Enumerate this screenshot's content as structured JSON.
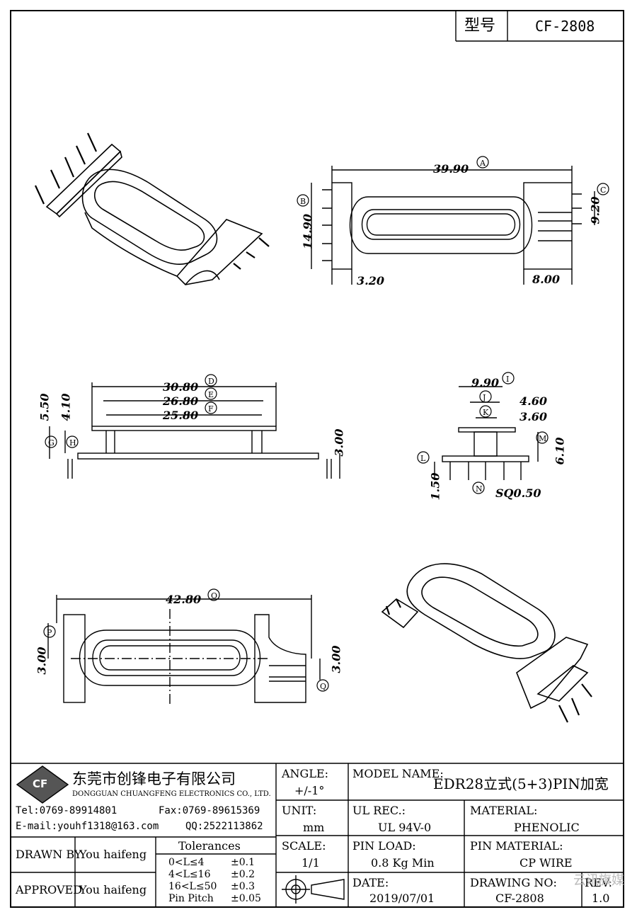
{
  "header": {
    "type_label": "型号",
    "part_no": "CF-2808"
  },
  "dimensions": {
    "top_width": "39.90",
    "left_height": "14.90",
    "right_height": "9.20",
    "left_offset": "3.20",
    "right_offset": "8.00",
    "side_d": "30.80",
    "side_e": "26.80",
    "side_f": "25.80",
    "side_g": "5.50",
    "side_h": "4.10",
    "side_pin": "3.00",
    "end_i": "9.90",
    "end_j": "4.60",
    "end_k": "3.60",
    "end_m": "6.10",
    "end_l": "1.50",
    "end_sq": "SQ0.50",
    "bottom_o": "42.80",
    "bottom_p": "3.00",
    "bottom_q": "3.00"
  },
  "callouts": [
    "A",
    "B",
    "C",
    "D",
    "E",
    "F",
    "G",
    "H",
    "I",
    "J",
    "K",
    "L",
    "M",
    "N",
    "O",
    "P",
    "Q"
  ],
  "company": {
    "logo": "CF",
    "name_cn": "东莞市创锋电子有限公司",
    "name_en": "DONGGUAN CHUANGFENG ELECTRONICS CO., LTD.",
    "tel": "Tel:0769-89914801",
    "fax": "Fax:0769-89615369",
    "email": "E-mail:youhf1318@163.com",
    "qq": "QQ:2522113862"
  },
  "title_block": {
    "angle_label": "ANGLE:",
    "angle_value": "+/-1°",
    "model_label": "MODEL NAME:",
    "model_value": "EDR28立式(5+3)PIN加宽",
    "unit_label": "UNIT:",
    "unit_value": "mm",
    "ul_label": "UL REC.:",
    "ul_value": "UL 94V-0",
    "material_label": "MATERIAL:",
    "material_value": "PHENOLIC",
    "scale_label": "SCALE:",
    "scale_value": "1/1",
    "pinload_label": "PIN LOAD:",
    "pinload_value": "0.8 Kg Min",
    "pinmat_label": "PIN MATERIAL:",
    "pinmat_value": "CP WIRE",
    "date_label": "DATE:",
    "date_value": "2019/07/01",
    "drawno_label": "DRAWING NO:",
    "drawno_value": "CF-2808",
    "rev_label": "REV:",
    "rev_value": "1.0",
    "drawn_label": "DRAWN BY",
    "drawn_value": "You haifeng",
    "approved_label": "APPROVED",
    "approved_value": "You haifeng",
    "tol_title": "Tolerances",
    "tolerances": [
      {
        "range": "0<L≤4",
        "value": "±0.1"
      },
      {
        "range": "4<L≤16",
        "value": "±0.2"
      },
      {
        "range": "16<L≤50",
        "value": "±0.3"
      },
      {
        "range": "Pin Pitch",
        "value": "±0.05"
      }
    ]
  },
  "watermark": "云讯旗媒"
}
